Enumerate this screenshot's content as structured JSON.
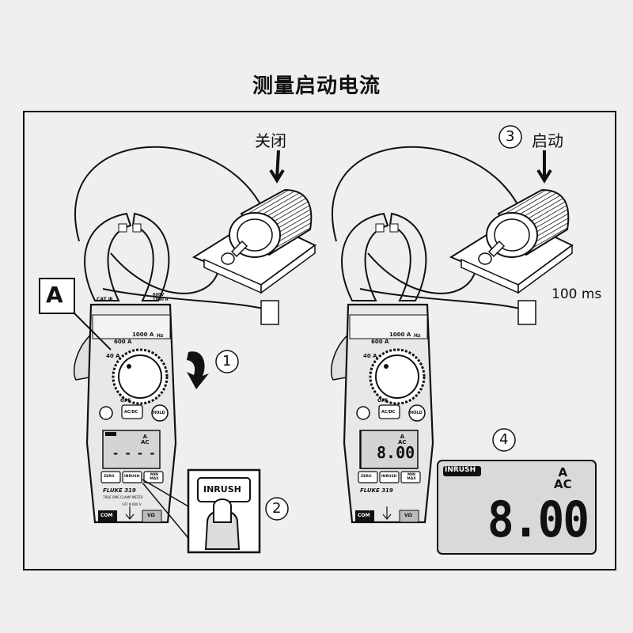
{
  "title": "测量启动电流",
  "labels": {
    "off": "关闭",
    "on": "启动",
    "duration": "100 ms",
    "callout": "A"
  },
  "steps": [
    "1",
    "2",
    "3",
    "4"
  ],
  "meter": {
    "brand": "FLUKE",
    "model": "319",
    "subtitle": "TRUE RMS CLAMP METER",
    "cat_left": "CAT Ⅲ",
    "rating_right_1": "600V",
    "rating_right_2": "1000 A",
    "range_1000": "1000 A",
    "range_600": "600 A",
    "range_40": "40 A",
    "hz": "Hz",
    "off_label": "OFF",
    "btn_acdc": "AC/DC",
    "btn_hold": "HOLD",
    "btn_zero": "ZERO",
    "btn_inrush": "INRUSH",
    "btn_minmax": "MIN MAX",
    "jack_com": "COM",
    "jack_v": "VΩ",
    "cat_bottom": "CAT Ⅲ 600 V",
    "display_unit_a": "A",
    "display_unit_ac": "AC",
    "display_dash": "- - - -",
    "display_reading": "8.00"
  },
  "inrush_button_zoom": "INRUSH",
  "big_display": {
    "badge": "INRUSH",
    "unit_a": "A",
    "unit_ac": "AC",
    "reading": "8.00"
  },
  "colors": {
    "line": "#111111",
    "meter_body": "#e8e8e8",
    "panel": "#d4d4d4",
    "lcd": "#d9d9d9"
  }
}
